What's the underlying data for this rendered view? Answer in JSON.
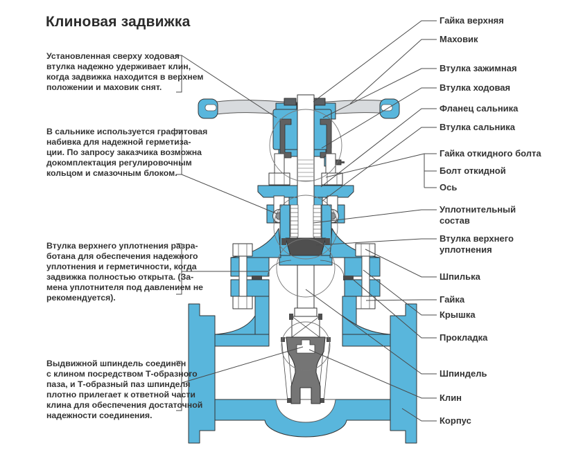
{
  "title": "Клиновая задвижка",
  "notes": [
    {
      "text": "Установленная сверху ходовая\nвтулка надежно удерживает клин,\nкогда задвижка находится в верхнем\nположении и маховик снят."
    },
    {
      "text": "В сальнике используется графитовая\nнабивка для надежной герметиза-\nции. По запросу заказчика возможна\nдокомплектация регулировочным\nкольцом и смазочным блоком."
    },
    {
      "text": "Втулка верхнего уплотнения разра-\nботана для обеспечения надежного\nуплотнения и герметичности, когда\nзадвижка полностью открыта.  (За-\nмена уплотнителя под давлением не\nрекомендуется)."
    },
    {
      "text": "Выдвижной шпиндель соединен\nс клином посредством Т-образного\nпаза, и Т-образный паз шпинделя\nплотно прилегает к ответной части\nклина для обеспечения достаточной\nнадежности соединения."
    }
  ],
  "labels": [
    {
      "text": "Гайка верхняя"
    },
    {
      "text": "Маховик"
    },
    {
      "text": "Втулка зажимная"
    },
    {
      "text": "Втулка ходовая"
    },
    {
      "text": "Фланец сальника"
    },
    {
      "text": "Втулка сальника"
    },
    {
      "text": "Гайка откидного болта"
    },
    {
      "text": "Болт откидной"
    },
    {
      "text": "Ось"
    },
    {
      "text": "Уплотнительный\nсостав"
    },
    {
      "text": "Втулка верхнего\nуплотнения"
    },
    {
      "text": "Шпилька"
    },
    {
      "text": "Гайка"
    },
    {
      "text": "Крышка"
    },
    {
      "text": "Прокладка"
    },
    {
      "text": "Шпиндель"
    },
    {
      "text": "Клин"
    },
    {
      "text": "Корпус"
    }
  ],
  "colors": {
    "valve_blue": "#59b6dc",
    "part_dark": "#757575",
    "packing_dark": "#4f4f4f",
    "wheel_gray": "#d8dbde",
    "outline": "#333333",
    "leader": "#4a4a4a",
    "text": "#333333"
  }
}
